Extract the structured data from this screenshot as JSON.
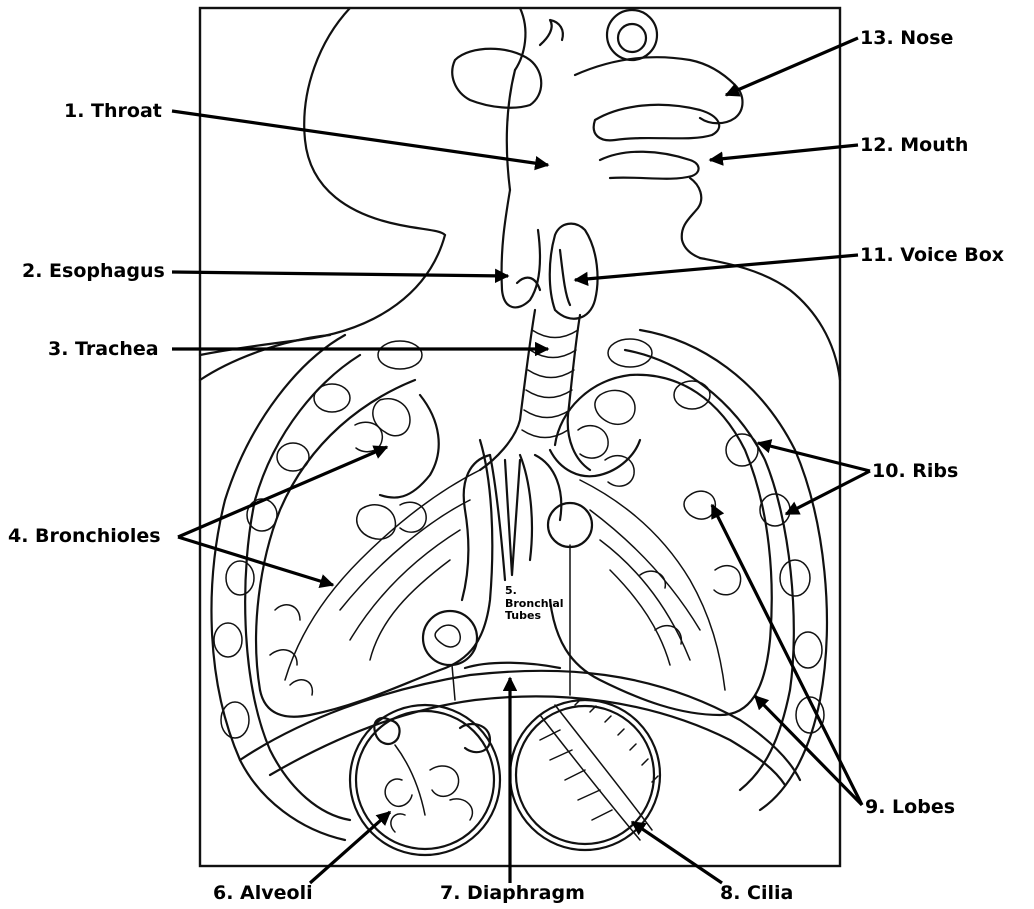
{
  "labels": {
    "throat": "1. Throat",
    "esophagus": "2. Esophagus",
    "trachea": "3. Trachea",
    "bronchioles": "4. Bronchioles",
    "bronchial_num": "5.",
    "bronchial_tubes": "Bronchial\nTubes",
    "alveoli": "6. Alveoli",
    "diaphragm": "7. Diaphragm",
    "cilia": "8. Cilia",
    "lobes": "9. Lobes",
    "ribs": "10. Ribs",
    "voice_box": "11. Voice Box",
    "mouth": "12. Mouth",
    "nose": "13. Nose"
  },
  "colors": {
    "line": "#111111",
    "background": "#ffffff"
  }
}
